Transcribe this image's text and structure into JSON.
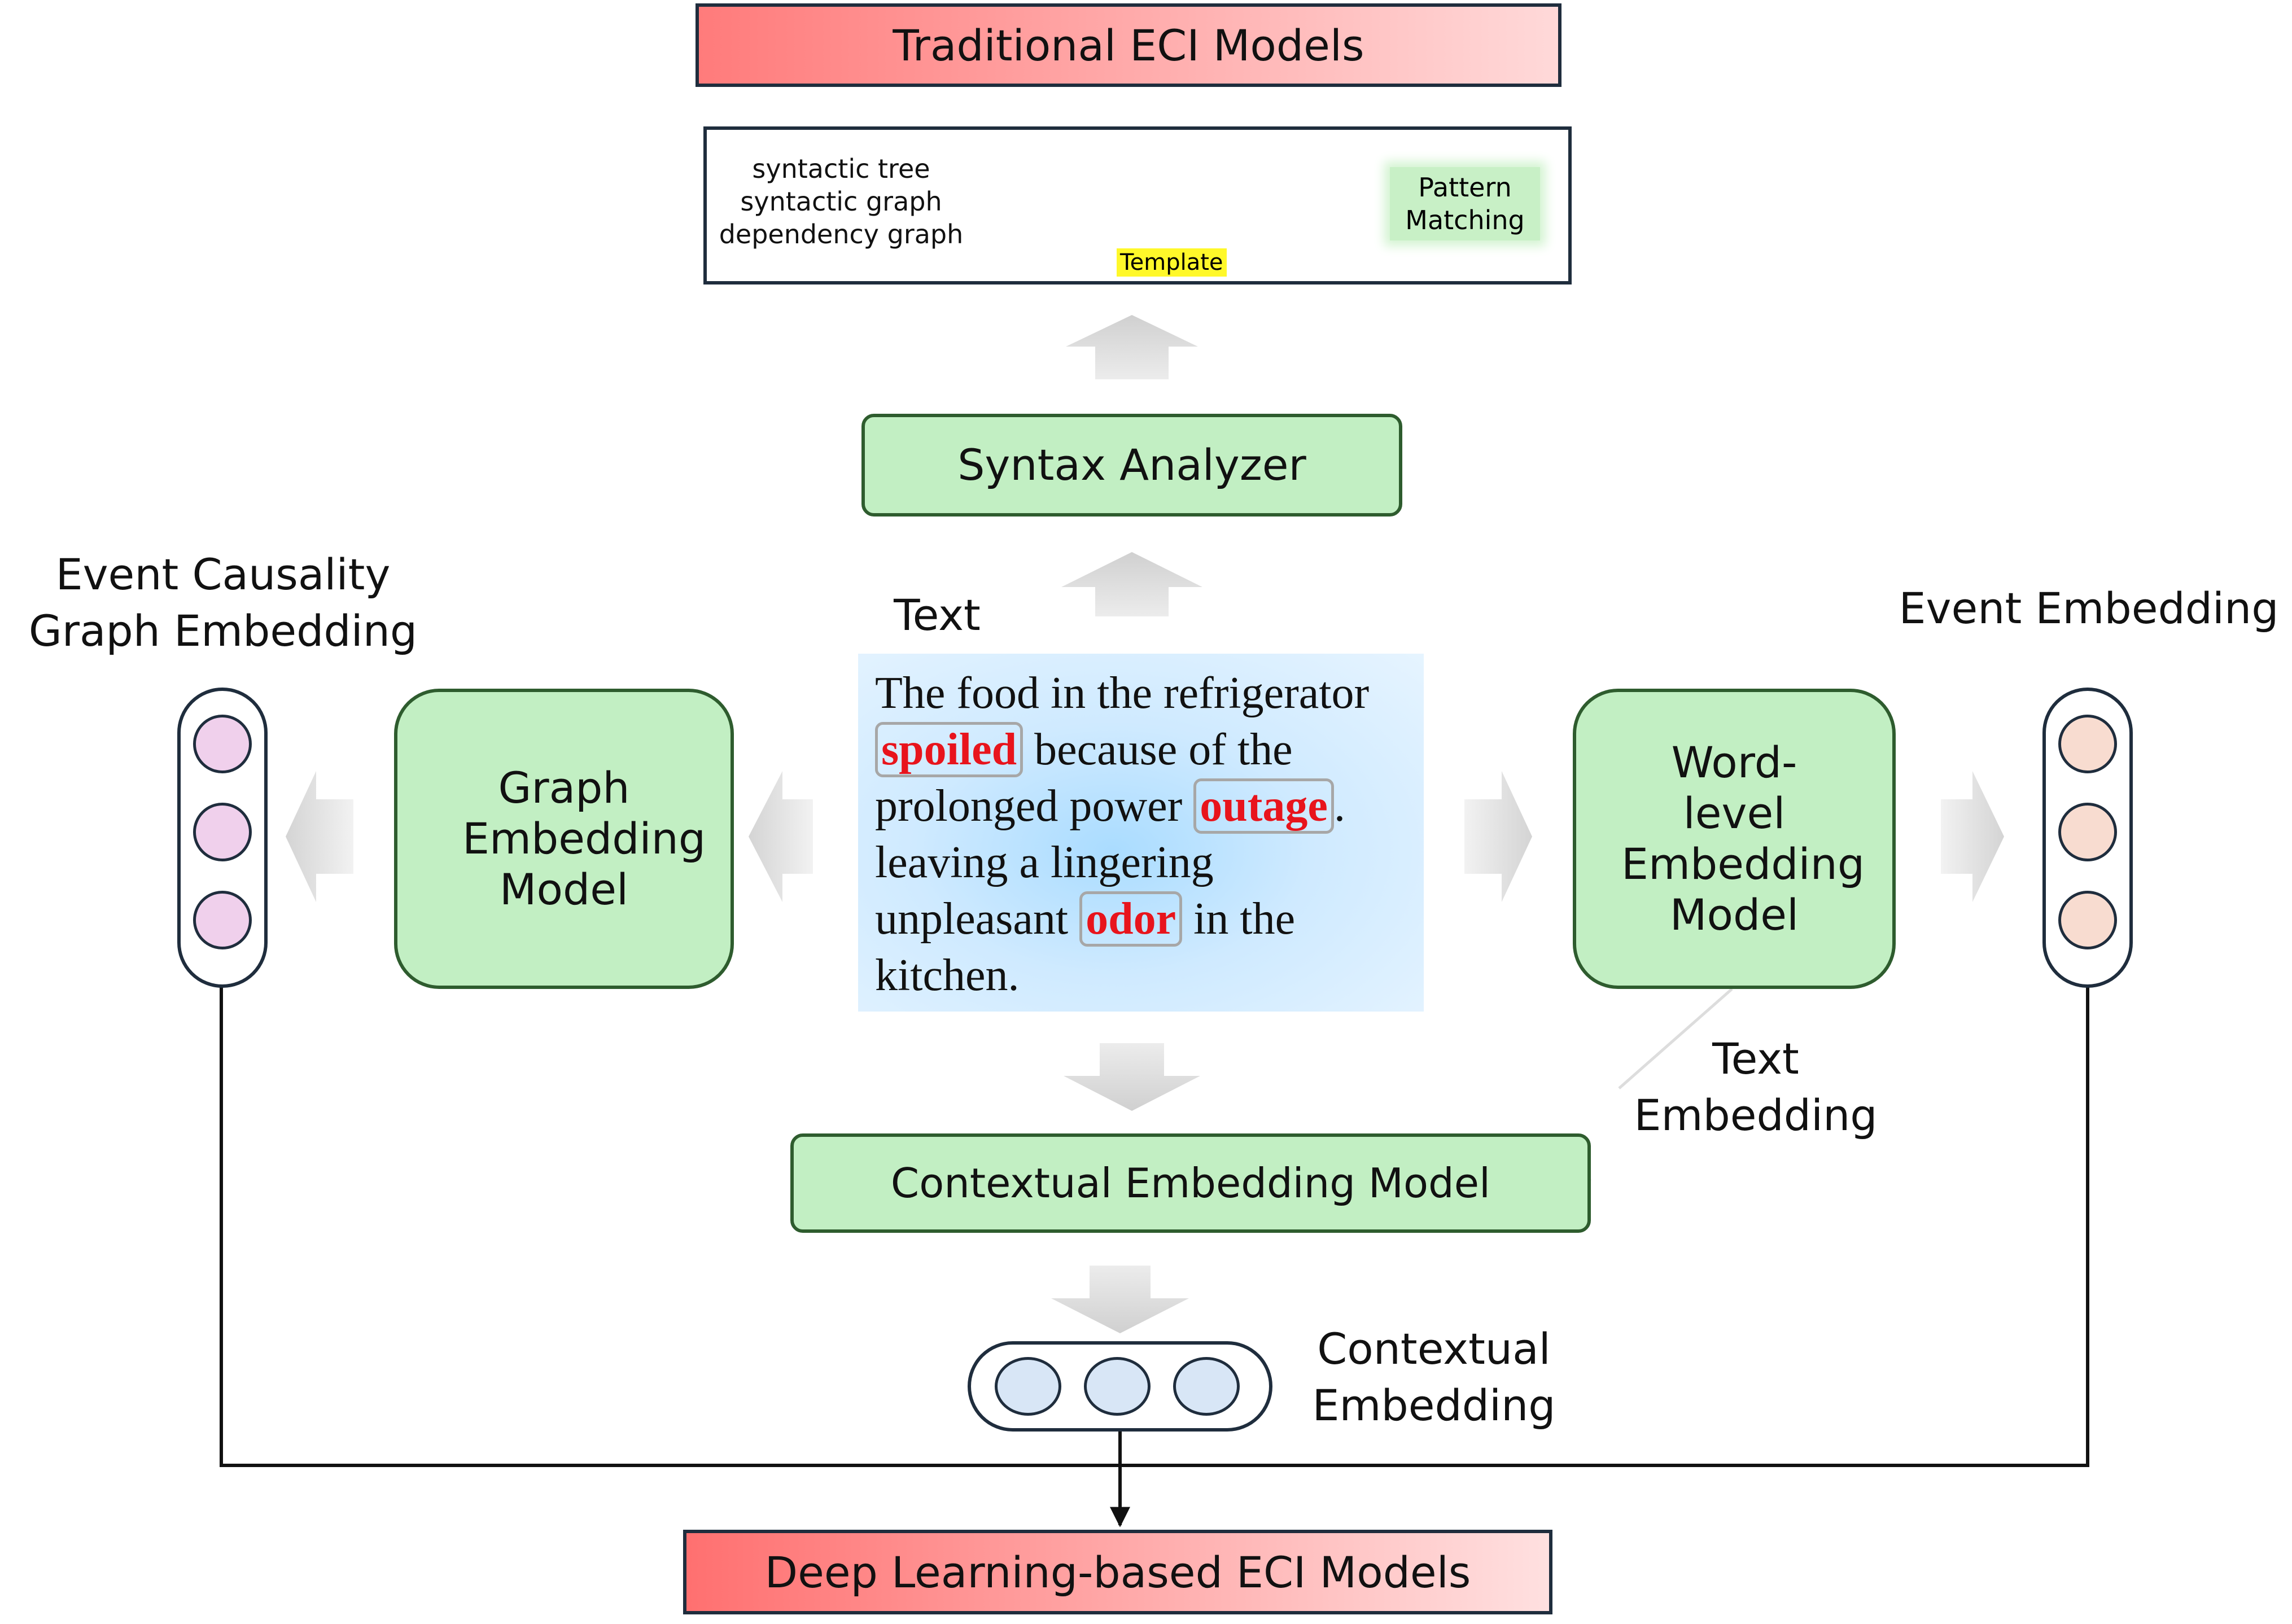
{
  "header": {
    "traditional_title": "Traditional ECI Models"
  },
  "traditional_panel": {
    "structures": [
      "syntactic tree",
      "syntactic graph",
      "dependency graph"
    ],
    "template_label": "Template",
    "pattern_matching": "Pattern Matching"
  },
  "syntax_analyzer": "Syntax Analyzer",
  "text_section": {
    "label": "Text",
    "segments": [
      "The food in the refrigerator ",
      "spoiled",
      " because of the prolonged power ",
      "outage",
      ". leaving a lingering unpleasant ",
      "odor",
      " in the kitchen."
    ]
  },
  "left": {
    "graph_embedding_label": "Event Causality Graph Embedding",
    "graph_model": "Graph Embedding Model"
  },
  "right": {
    "event_embedding_label": "Event Embedding",
    "word_model": "Word-level Embedding Model",
    "text_embedding_label": "Text Embedding"
  },
  "contextual_model": "Contextual Embedding Model",
  "contextual_embedding_label": "Contextual Embedding",
  "footer": {
    "deep_learning_title": "Deep Learning-based ECI Models"
  },
  "colors": {
    "header_gradient_start": "#ff7b7b",
    "model_box_fill": "#c2efc3",
    "event_dot_fill": "#f8dcd0",
    "graph_dot_fill": "#f0d0ec",
    "context_dot_fill": "#d8e6f6",
    "keyword_color": "#e8141c"
  }
}
